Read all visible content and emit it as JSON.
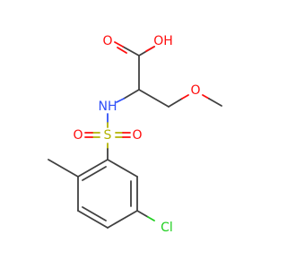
{
  "molecule": {
    "colors": {
      "carbon_bond": "#404040",
      "oxygen": "#ff0d0d",
      "nitrogen": "#3050f8",
      "sulfur": "#b2b200",
      "chlorine": "#1fcf1f"
    },
    "labels": {
      "hydroxyl": "OH",
      "carbonyl_o": "O",
      "amine": "NH",
      "ether_o": "O",
      "sulfonyl_s": "S",
      "sulfonyl_o_left": "O",
      "sulfonyl_o_right": "O",
      "chloro": "Cl"
    }
  }
}
